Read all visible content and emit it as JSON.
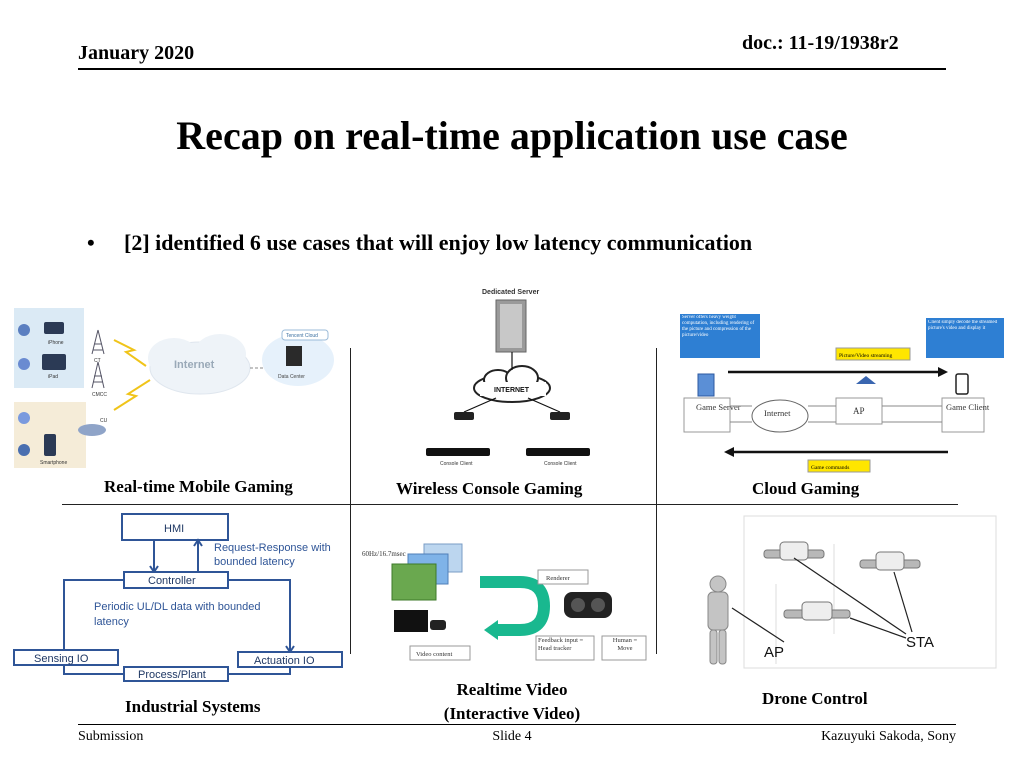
{
  "header": {
    "date": "January 2020",
    "doc": "doc.: 11-19/1938r2"
  },
  "title": "Recap on real-time application use case",
  "bullet": {
    "symbol": "•",
    "text": "[2] identified 6 use cases that will enjoy low latency communication"
  },
  "use_cases": [
    {
      "caption": "Real-time Mobile Gaming"
    },
    {
      "caption": "Wireless Console Gaming"
    },
    {
      "caption": "Cloud Gaming"
    },
    {
      "caption": "Industrial Systems"
    },
    {
      "caption_line1": "Realtime Video",
      "caption_line2": "(Interactive Video)"
    },
    {
      "caption": "Drone Control"
    }
  ],
  "mobile_gaming": {
    "internet": "Internet",
    "cloud": "Tencent Cloud",
    "server": "Data Center",
    "device1": "iPhone",
    "device2": "iPad",
    "device3": "Smartphone",
    "tower1": "CT",
    "tower2": "CMCC",
    "tower3": "CU"
  },
  "console_gaming": {
    "server": "Dedicated Server",
    "internet": "INTERNET",
    "client_left": "Console Client",
    "client_right": "Console Client"
  },
  "cloud_gaming": {
    "note_left": "Server offers heavy weight computation, including rendering of the picture and compression of the picture/video",
    "note_right": "Client simply decode the streamed picture's video and display it",
    "stream_label": "Picture/Video streaming",
    "commands_label": "Game commands",
    "game_server": "Game Server",
    "internet": "Internet",
    "ap": "AP",
    "game_client": "Game Client"
  },
  "industrial": {
    "hmi": "HMI",
    "request_response": "Request-Response with bounded latency",
    "controller": "Controller",
    "periodic": "Periodic UL/DL data with bounded latency",
    "sensing_io": "Sensing IO",
    "actuation_io": "Actuation IO",
    "process_plant": "Process/Plant"
  },
  "realtime_video": {
    "rate": "60Hz/16.7msec",
    "renderer": "Renderer",
    "video_content": "Video content",
    "feedback": "Feedback input = Head tracker",
    "human": "Human = Move"
  },
  "drone": {
    "sta": "STA",
    "ap": "AP"
  },
  "footer": {
    "left": "Submission",
    "center": "Slide 4",
    "right": "Kazuyuki Sakoda, Sony"
  }
}
